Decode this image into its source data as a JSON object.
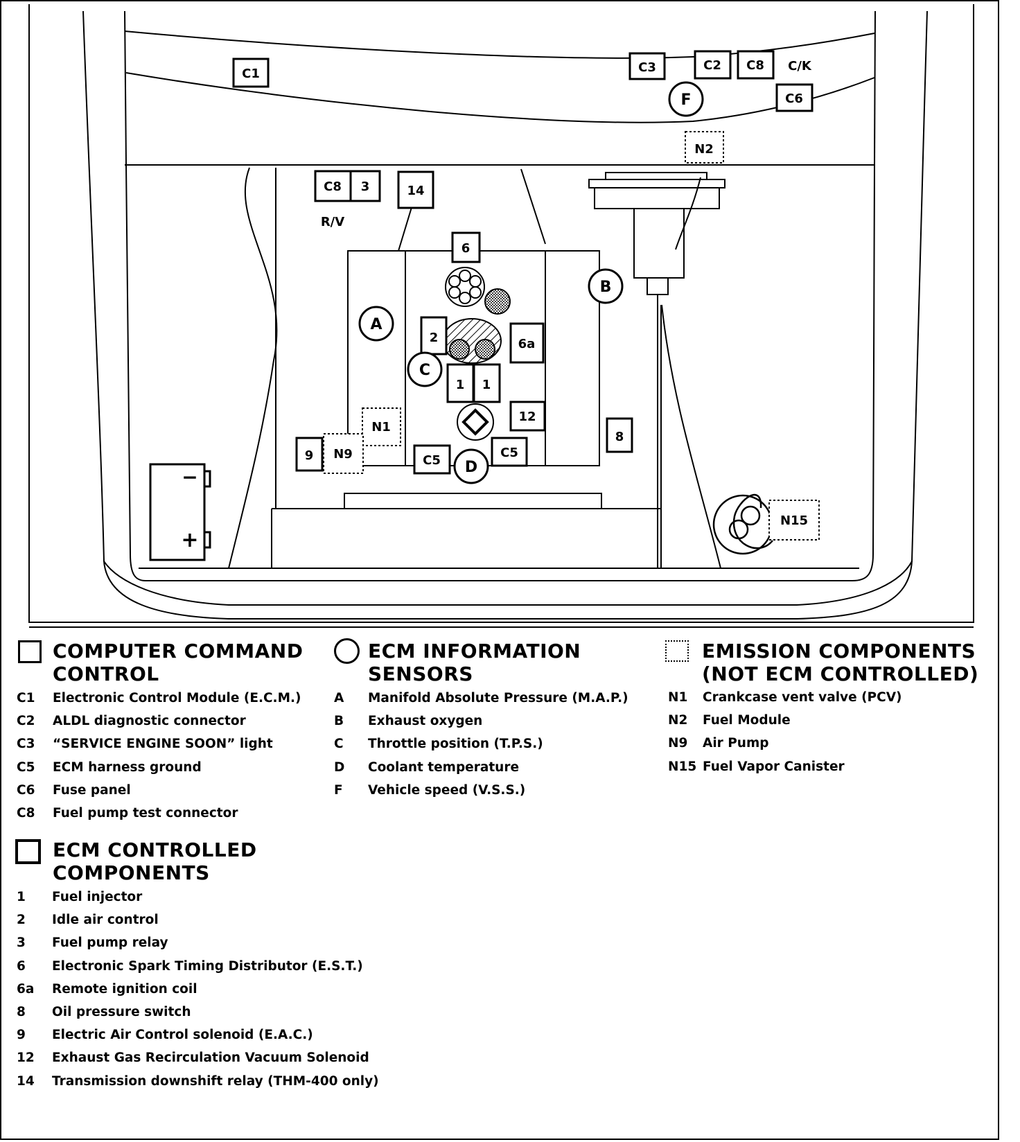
{
  "diagram": {
    "labels": {
      "c1": "C1",
      "c3": "C3",
      "c2": "C2",
      "c8_top": "C8",
      "ck": "C/K",
      "f": "F",
      "c6": "C6",
      "n2": "N2",
      "c8_mid": "C8",
      "three": "3",
      "fourteen": "14",
      "rv": "R/V",
      "six": "6",
      "b": "B",
      "a": "A",
      "two": "2",
      "c": "C",
      "six_a": "6a",
      "one_left": "1",
      "one_right": "1",
      "twelve": "12",
      "n1": "N1",
      "nine": "9",
      "n9": "N9",
      "c5_left": "C5",
      "d": "D",
      "c5_right": "C5",
      "eight": "8",
      "n15": "N15",
      "battery_minus": "−",
      "battery_plus": "+"
    }
  },
  "legend": {
    "computer_command": {
      "title_line1": "COMPUTER COMMAND",
      "title_line2": "CONTROL",
      "symbol_icon": "square-box-icon",
      "items": [
        {
          "code": "C1",
          "desc": "Electronic Control Module (E.C.M.)"
        },
        {
          "code": "C2",
          "desc": "ALDL diagnostic connector"
        },
        {
          "code": "C3",
          "desc": "“SERVICE ENGINE SOON” light"
        },
        {
          "code": "C5",
          "desc": "ECM harness ground"
        },
        {
          "code": "C6",
          "desc": "Fuse panel"
        },
        {
          "code": "C8",
          "desc": "Fuel pump test connector"
        }
      ]
    },
    "ecm_controlled": {
      "title_line1": "ECM CONTROLLED",
      "title_line2": "COMPONENTS",
      "symbol_icon": "square-box-icon",
      "items": [
        {
          "code": "1",
          "desc": "Fuel injector"
        },
        {
          "code": "2",
          "desc": "Idle air control"
        },
        {
          "code": "3",
          "desc": "Fuel pump relay"
        },
        {
          "code": "6",
          "desc": "Electronic Spark Timing Distributor (E.S.T.)"
        },
        {
          "code": "6a",
          "desc": "Remote ignition coil"
        },
        {
          "code": "8",
          "desc": "Oil pressure switch"
        },
        {
          "code": "9",
          "desc": "Electric Air Control solenoid (E.A.C.)"
        },
        {
          "code": "12",
          "desc": "Exhaust Gas Recirculation Vacuum Solenoid"
        },
        {
          "code": "14",
          "desc": "Transmission downshift relay (THM-400 only)"
        }
      ]
    },
    "ecm_information": {
      "title_line1": "ECM INFORMATION",
      "title_line2": "SENSORS",
      "symbol_icon": "circle-icon",
      "items": [
        {
          "code": "A",
          "desc": "Manifold Absolute Pressure (M.A.P.)"
        },
        {
          "code": "B",
          "desc": "Exhaust oxygen"
        },
        {
          "code": "C",
          "desc": "Throttle position (T.P.S.)"
        },
        {
          "code": "D",
          "desc": "Coolant temperature"
        },
        {
          "code": "F",
          "desc": "Vehicle speed (V.S.S.)"
        }
      ]
    },
    "emission": {
      "title_line1": "EMISSION COMPONENTS",
      "title_line2": "(NOT ECM CONTROLLED)",
      "symbol_icon": "dotted-square-icon",
      "items": [
        {
          "code": "N1",
          "desc": "Crankcase vent valve (PCV)"
        },
        {
          "code": "N2",
          "desc": "Fuel Module"
        },
        {
          "code": "N9",
          "desc": "Air Pump"
        },
        {
          "code": "N15",
          "desc": "Fuel Vapor Canister"
        }
      ]
    }
  }
}
